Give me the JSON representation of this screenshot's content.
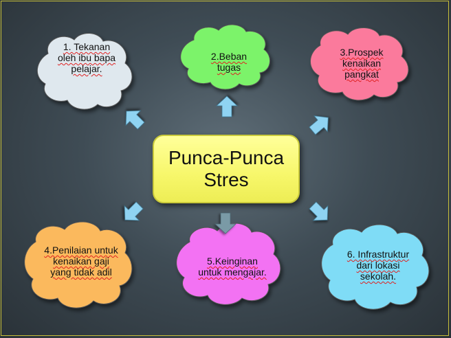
{
  "center": {
    "title": "Punca-Punca Stres"
  },
  "causes": [
    {
      "text": "1. Tekanan oleh ibu bapa pelajar.",
      "color": "#dfe8ee"
    },
    {
      "text": "2.Beban tugas",
      "color": "#7cf36a"
    },
    {
      "text": "3.Prospek kenaikan pangkat",
      "color": "#fb7a9c"
    },
    {
      "text": "4.Penilaian untuk kenaikan gaji yang tidak adil",
      "color": "#fbb95d"
    },
    {
      "text": "5.Keinginan untuk mengajar.",
      "color": "#f372f3"
    },
    {
      "text": "6. Infrastruktur dari lokasi sekolah.",
      "color": "#7fdcf6"
    }
  ],
  "colors": {
    "center_fill": "#f7f76a",
    "arrow_fill": "#8fd3f2",
    "down_arrow_fill": "#7a9aa6",
    "border_accent": "#c8bf3a"
  }
}
